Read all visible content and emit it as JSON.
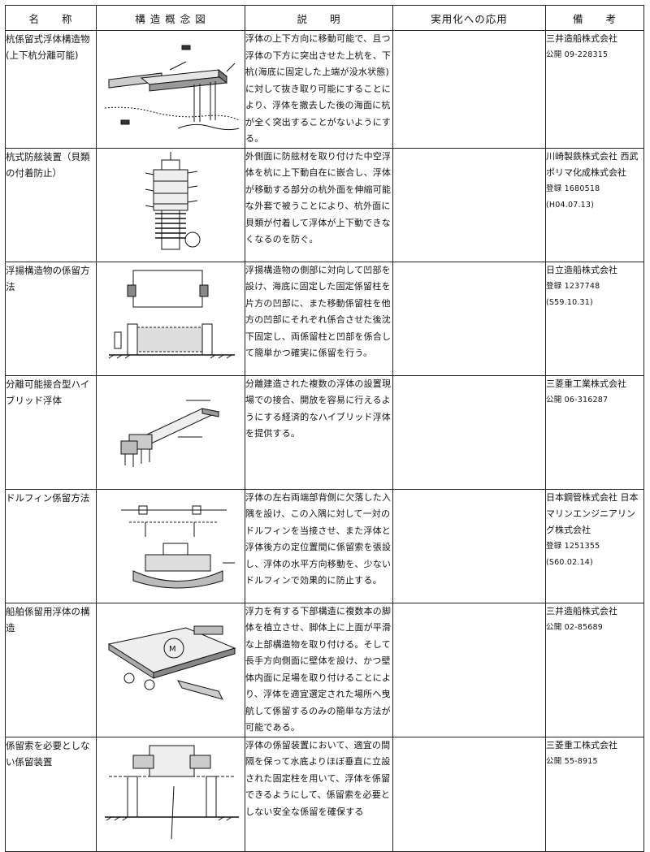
{
  "headers": {
    "name": "名　　称",
    "diagram": "構 造 概 念 図",
    "description": "説　　明",
    "application": "実用化への応用",
    "remarks": "備　　考"
  },
  "rows": [
    {
      "name": "杭係留式浮体構造物(上下杭分離可能)",
      "description": "浮体の上下方向に移動可能で、且つ浮体の下方に突出させた上杭を、下杭(海底に固定した上端が没水状態)に対して抜き取り可能にすることにより、浮体を撤去した後の海面に杭が全く突出することがないようにする。",
      "application": "",
      "company": "三井造船株式会社",
      "registration": "公開 09-228315",
      "date": ""
    },
    {
      "name": "杭式防舷装置（貝類の付着防止）",
      "description": "外側面に防舷材を取り付けた中空浮体を杭に上下動自在に嵌合し、浮体が移動する部分の杭外面を伸縮可能な外套で被うことにより、杭外面に貝類が付着して浮体が上下動できなくなるのを防ぐ。",
      "application": "",
      "company": "川崎製鉄株式会社 西武ポリマ化成株式会社",
      "registration": "登録 1680518",
      "date": "(H04.07.13)"
    },
    {
      "name": "浮揚構造物の係留方法",
      "description": "浮揚構造物の側部に対向して凹部を設け、海底に固定した固定係留柱を片方の凹部に、また移動係留柱を他方の凹部にそれぞれ係合させた後沈下固定し、両係留柱と凹部を係合して簡単かつ確実に係留を行う。",
      "application": "",
      "company": "日立造船株式会社",
      "registration": "登録 1237748",
      "date": "(S59.10.31)"
    },
    {
      "name": "分離可能接合型ハイブリッド浮体",
      "description": "分離建造された複数の浮体の設置現場での接合、開放を容易に行えるようにする経済的なハイブリッド浮体を提供する。",
      "application": "",
      "company": "三菱重工業株式会社",
      "registration": "公開 06-316287",
      "date": ""
    },
    {
      "name": "ドルフィン係留方法",
      "description": "浮体の左右両端部背側に欠落した入隅を設け、この入隅に対して一対のドルフィンを当接させ、また浮体と浮体後方の定位置間に係留索を張設し、浮体の水平方向移動を、少ないドルフィンで効果的に防止する。",
      "application": "",
      "company": "日本鋼管株式会社 日本マリンエンジニアリング株式会社",
      "registration": "登録 1251355",
      "date": "(S60.02.14)"
    },
    {
      "name": "船舶係留用浮体の構造",
      "description": "浮力を有する下部構造に複数本の脚体を植立させ、脚体上に上面が平滑な上部構造物を取り付ける。そして長手方向側面に壁体を設け、かつ壁体内面に足場を取り付けることにより、浮体を適宜選定された場所へ曳航して係留するのみの簡単な方法が可能である。",
      "application": "",
      "company": "三井造船株式会社",
      "registration": "公開 02-85689",
      "date": ""
    },
    {
      "name": "係留索を必要としない係留装置",
      "description": "浮体の係留装置において、適宜の間隔を保って水底よりほぼ垂直に立設された固定柱を用いて、浮体を係留できるようにして、係留索を必要としない安全な係留を確保する",
      "application": "",
      "company": "三菱重工株式会社",
      "registration": "公開 55-8915",
      "date": ""
    }
  ]
}
